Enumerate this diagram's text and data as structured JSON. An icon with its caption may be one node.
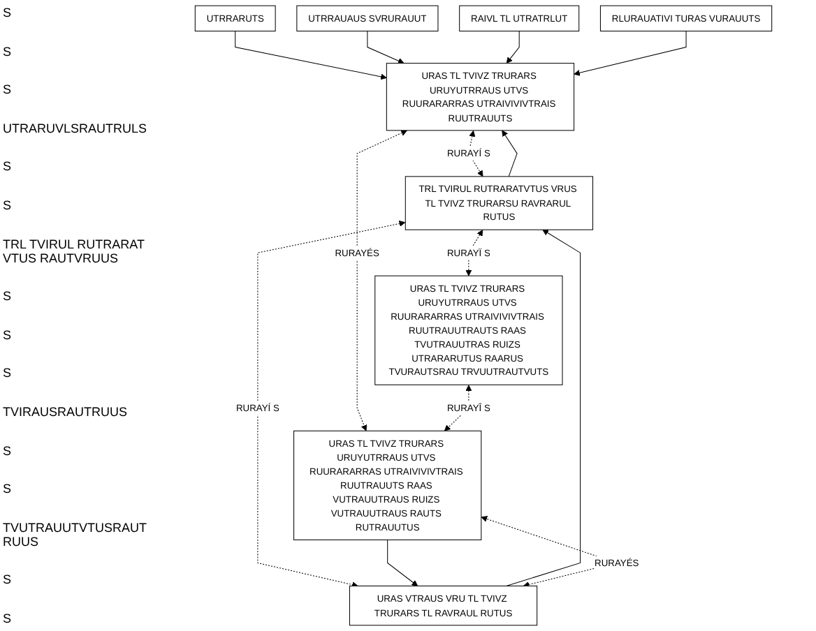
{
  "diagram": {
    "nodes": [
      {
        "text": [
          "UTRRARUTS"
        ]
      },
      {
        "text": [
          "UTRRAUAUS SVRURAUUT"
        ]
      },
      {
        "text": [
          "RAIVL TL UTRATRLUT"
        ]
      },
      {
        "text": [
          "RLURAUATIVI TURAS VURAUUTS"
        ]
      },
      {
        "text": [
          "URAS TL TVIVZ TRURARS URUYUTRRAUS UTVS RUURARARRAS UTRAIVIVIVTRAIS RUUTRAUUTS"
        ]
      },
      {
        "text": [
          "TRL TVIRUL RUTRARATVTUS VRUS TL TVIVZ TRURARSU RAVRARUL RUTUS"
        ]
      },
      {
        "text": [
          "URAS TL TVIVZ TRURARS URUYUTRRAUS UTVS RUURARARRAS UTRAIVIVIVTRAIS RUUTRAUUTRAUTS RAAS TVUTRAUUTRAS RUIZS UTRARARUTUS RAARUS TVURAUTSRAU TRVUUTRAUTVUTS"
        ]
      },
      {
        "text": [
          "URAS VTRAUS VRU TL TVIVZ TRURARS TL RAVRAUL RUTUS"
        ]
      },
      {
        "text": [
          "URAS TL TVIVZ TRURARS URUYUTRRAUS UTVS RUURARARRAS UTRAIVIVIVTRAIS RUUTRAUUTS RAAS VUTRAUUTRAUS RUIZS VUTRAUUTRAUS RAUTS RUTRAUUTUS"
        ]
      }
    ],
    "edges": [
      {
        "from": 0,
        "to": 4,
        "arrow": "to"
      },
      {
        "from": 1,
        "to": 4,
        "arrow": "to"
      },
      {
        "from": 2,
        "to": 4,
        "arrow": "to"
      },
      {
        "from": 3,
        "to": 4,
        "arrow": "to"
      },
      {
        "from": 4,
        "to": 5,
        "arrow": "both",
        "style": "dashed",
        "label": "RURAYÍ S"
      },
      {
        "from": 5,
        "to": 4,
        "arrow": "to"
      },
      {
        "from": 5,
        "to": 6,
        "arrow": "both",
        "style": "dashed",
        "label": "RURAYÏ S"
      },
      {
        "from": 5,
        "to": 7,
        "arrow": "both",
        "style": "dashed",
        "label": "RURAYÍ S"
      },
      {
        "from": 7,
        "to": 5,
        "arrow": "to"
      },
      {
        "from": 7,
        "to": 8,
        "arrow": "both",
        "style": "dashed",
        "label": "RURAYÉS"
      },
      {
        "from": 8,
        "to": 7,
        "arrow": "to"
      },
      {
        "from": 4,
        "to": 8,
        "arrow": "both",
        "style": "dashed",
        "label": "RURAYÉS"
      },
      {
        "from": 6,
        "to": 8,
        "arrow": "both",
        "style": "dashed",
        "label": "RURAYÎ S"
      }
    ],
    "labels": [
      "S",
      "S",
      "S",
      "UTRARUVLSRAUTRULS",
      "S",
      "S",
      "TRL TVIRUL RUTRARATVTUS RAUTVRUUS",
      "S",
      "S",
      "S",
      "TVIRAUSRAUTRUUS",
      "S",
      "S",
      "TVUTRAUUTVTUSRAUTRUUS",
      "S",
      "S"
    ]
  }
}
